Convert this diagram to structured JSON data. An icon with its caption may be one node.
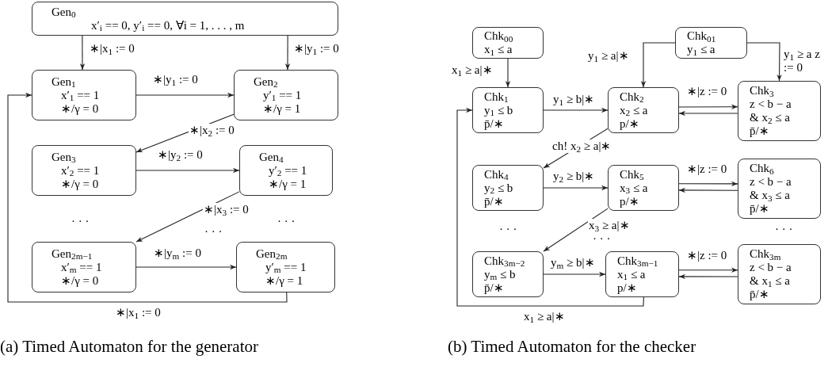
{
  "diagram": {
    "nodes": [
      {
        "text": [
          "Gen$_{0}$",
          "x′$_{i}$ == 0, y′$_{i}$ == 0, ∀i = 1, . . . , m"
        ]
      },
      {
        "text": [
          "Gen$_{1}$",
          "x′$_{1}$ == 1",
          "∗/γ = 0"
        ]
      },
      {
        "text": [
          "Gen$_{2}$",
          "y′$_{1}$ == 1",
          "∗/γ = 1"
        ]
      },
      {
        "text": [
          "Gen$_{3}$",
          "x′$_{2}$ == 1",
          "∗/γ = 0"
        ]
      },
      {
        "text": [
          "Gen$_{4}$",
          "y′$_{2}$ == 1",
          "∗/γ = 1"
        ]
      },
      {
        "text": [
          "Gen$_{2m−1}$",
          "x′$_{m}$ == 1",
          "∗/γ = 0"
        ]
      },
      {
        "text": [
          "Gen$_{2m}$",
          "y′$_{m}$ == 1",
          "∗/γ = 1"
        ]
      },
      {
        "text": [
          "Chk$_{00}$",
          "x$_{1}$ ≤ a"
        ]
      },
      {
        "text": [
          "Chk$_{01}$",
          "y$_{1}$ ≤ a"
        ]
      },
      {
        "text": [
          "Chk$_{1}$",
          "y$_{1}$ ≤ b",
          "p̄/∗"
        ]
      },
      {
        "text": [
          "Chk$_{2}$",
          "x$_{2}$ ≤ a",
          "p/∗"
        ]
      },
      {
        "text": [
          "Chk$_{3}$",
          "z < b − a",
          "& x$_{2}$ ≤ a",
          "p̄/∗"
        ]
      },
      {
        "text": [
          "Chk$_{4}$",
          "y$_{2}$ ≤ b",
          "p̄/∗"
        ]
      },
      {
        "text": [
          "Chk$_{5}$",
          "x$_{3}$ ≤ a",
          "p/∗"
        ]
      },
      {
        "text": [
          "Chk$_{6}$",
          "z < b − a",
          "& x$_{3}$ ≤ a",
          "p̄/∗"
        ]
      },
      {
        "text": [
          "Chk$_{3m−2}$",
          "y$_{m}$ ≤ b",
          "p̄/∗"
        ]
      },
      {
        "text": [
          "Chk$_{3m−1}$",
          "x$_{1}$ ≤ a",
          "p/∗"
        ]
      },
      {
        "text": [
          "Chk$_{3m}$",
          "z < b − a",
          "& x$_{1}$ ≤ a",
          "p̄/∗"
        ]
      }
    ],
    "edges": [
      {
        "from": 0,
        "to": 1,
        "arrow": "to",
        "label": "∗|x$_{1}$ := 0"
      },
      {
        "from": 0,
        "to": 2,
        "arrow": "to",
        "label": "∗|y$_{1}$ := 0"
      },
      {
        "from": 1,
        "to": 2,
        "arrow": "to",
        "label": "∗|y$_{1}$ := 0"
      },
      {
        "from": 2,
        "to": 3,
        "arrow": "to",
        "label": "∗|x$_{2}$ := 0"
      },
      {
        "from": 3,
        "to": 4,
        "arrow": "to",
        "label": "∗|y$_{2}$ := 0"
      },
      {
        "from": 4,
        "to": 5,
        "arrow": "to",
        "label": "∗|x$_{3}$ := 0"
      },
      {
        "from": 5,
        "to": 6,
        "arrow": "to",
        "label": "∗|y$_{m}$ := 0"
      },
      {
        "from": 6,
        "to": 1,
        "arrow": "to",
        "label": "∗|x$_{1}$ := 0"
      },
      {
        "from": 7,
        "to": 9,
        "arrow": "to",
        "label": "x$_{1}$ ≥ a|∗"
      },
      {
        "from": 8,
        "to": 10,
        "arrow": "to",
        "label": "y$_{1}$ ≥ a|∗"
      },
      {
        "from": 8,
        "to": 11,
        "arrow": "to",
        "label": "y$_{1}$ ≥ a z := 0"
      },
      {
        "from": 9,
        "to": 10,
        "arrow": "to",
        "label": "y$_{1}$ ≥ b|∗"
      },
      {
        "from": 10,
        "to": 11,
        "arrow": "to",
        "label": "∗|z := 0"
      },
      {
        "from": 11,
        "to": 10,
        "arrow": "to"
      },
      {
        "from": 10,
        "to": 12,
        "arrow": "to",
        "label": "ch! x$_{2}$ ≥ a|∗"
      },
      {
        "from": 12,
        "to": 13,
        "arrow": "to",
        "label": "y$_{2}$ ≥ b|∗"
      },
      {
        "from": 13,
        "to": 14,
        "arrow": "to",
        "label": "∗|z := 0"
      },
      {
        "from": 14,
        "to": 13,
        "arrow": "to"
      },
      {
        "from": 13,
        "to": 15,
        "arrow": "to",
        "label": "x$_{3}$ ≥ a|∗"
      },
      {
        "from": 15,
        "to": 16,
        "arrow": "to",
        "label": "y$_{m}$ ≥ b|∗"
      },
      {
        "from": 16,
        "to": 17,
        "arrow": "to",
        "label": "∗|z := 0"
      },
      {
        "from": 17,
        "to": 16,
        "arrow": "to"
      },
      {
        "from": 16,
        "to": 9,
        "arrow": "to",
        "label": "x$_{1}$ ≥ a|∗"
      }
    ],
    "labels": [
      "· · ·",
      "· · ·",
      "· · ·",
      "· · ·",
      "· · ·",
      "· · ·",
      "(a) Timed Automaton for the generator",
      "(b) Timed Automaton for the checker"
    ]
  }
}
